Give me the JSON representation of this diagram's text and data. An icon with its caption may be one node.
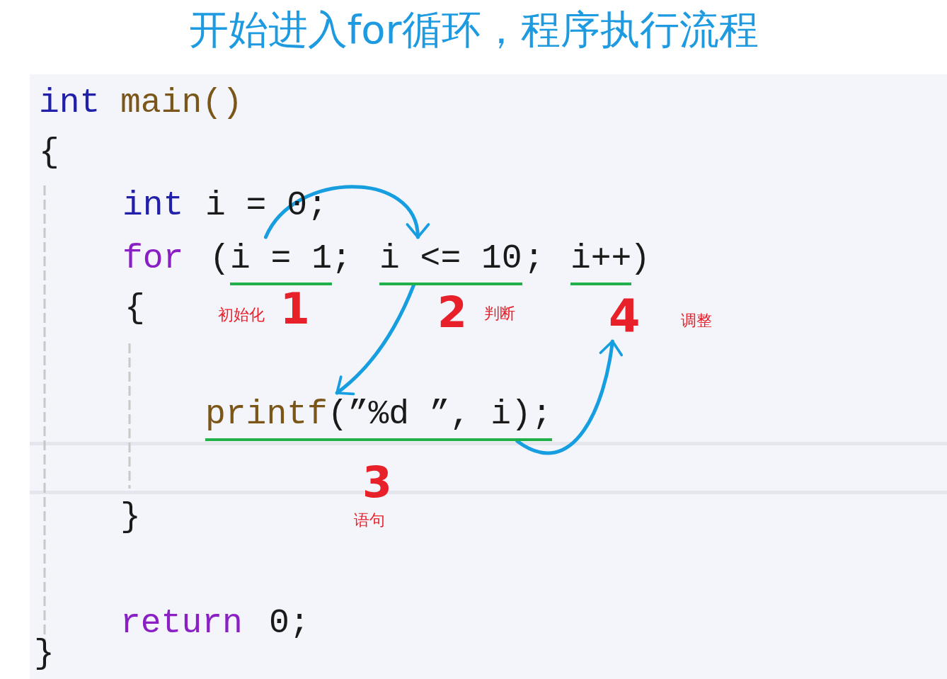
{
  "diagram": {
    "title": "开始进入for循环，程序执行流程",
    "nodes": [
      {
        "text": [
          "i = 1"
        ]
      },
      {
        "text": [
          "i <= 10"
        ]
      },
      {
        "text": [
          "printf(”%d ”, i);"
        ]
      },
      {
        "text": [
          "i++"
        ]
      },
      {
        "text": [
          "4"
        ],
        "beside": [
          "调整"
        ]
      }
    ],
    "edges": [
      {
        "from": 0,
        "to": 1,
        "arrow": "to"
      },
      {
        "from": 1,
        "to": 2,
        "arrow": "to"
      },
      {
        "from": 2,
        "to": 4,
        "arrow": "to"
      }
    ],
    "labels": [
      "int",
      "main()",
      "{",
      "int",
      "i = 0;",
      "for",
      "(",
      ";",
      ";",
      ")",
      "{",
      "初始化",
      "1",
      "2",
      "判断",
      "3",
      "语句",
      "}",
      "return",
      "0;",
      "}"
    ]
  }
}
